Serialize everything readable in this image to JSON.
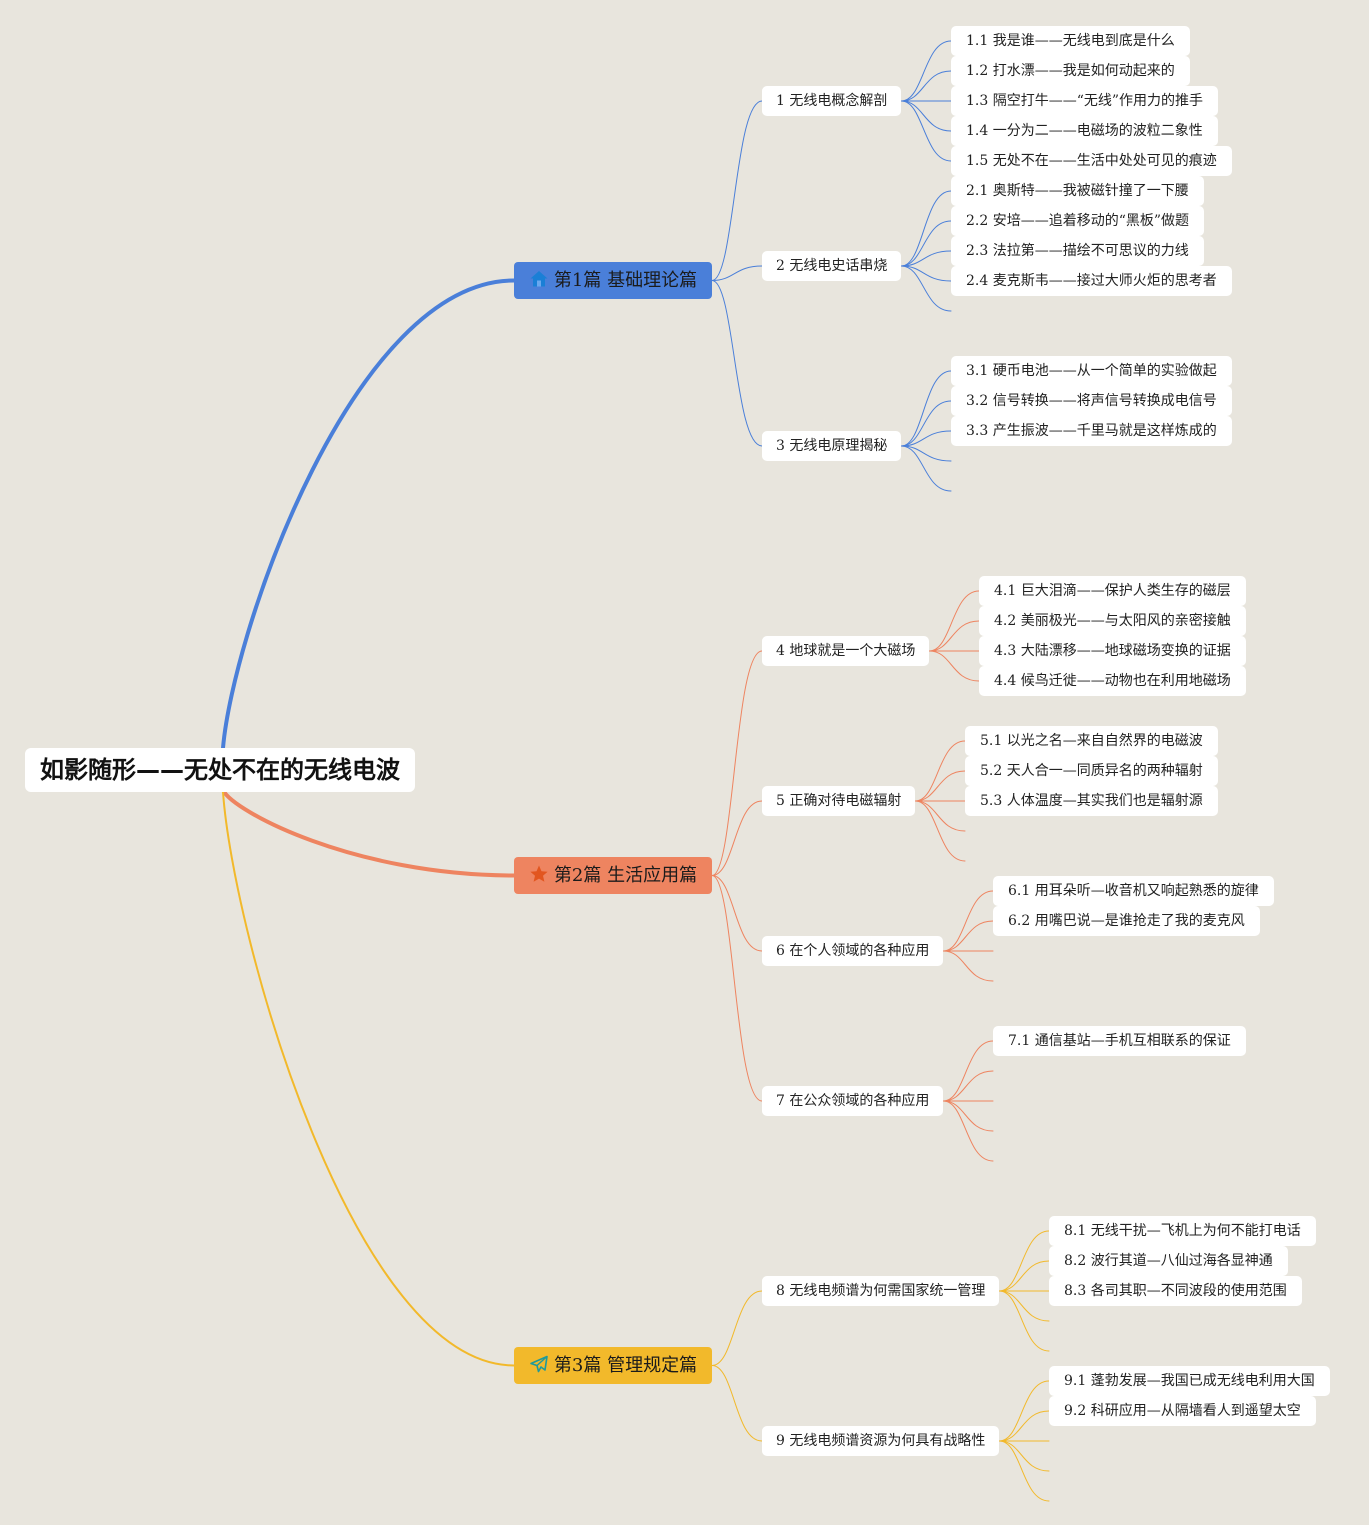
{
  "root": {
    "title": "如影随形——无处不在的无线电波"
  },
  "colors": {
    "background": "#e8e5dd",
    "part1": "#4a7fd9",
    "part2": "#ee8460",
    "part3": "#f2b92b"
  },
  "parts": [
    {
      "label": "第1篇 基础理论篇",
      "icon": "house-icon",
      "color": "#4a7fd9",
      "chapters": [
        {
          "label": "1 无线电概念解剖",
          "empty_slots": 0,
          "sections": [
            "1.1 我是谁——无线电到底是什么",
            "1.2 打水漂——我是如何动起来的",
            "1.3 隔空打牛——“无线”作用力的推手",
            "1.4 一分为二——电磁场的波粒二象性",
            "1.5 无处不在——生活中处处可见的痕迹"
          ]
        },
        {
          "label": "2 无线电史话串烧",
          "empty_slots": 1,
          "sections": [
            "2.1 奥斯特——我被磁针撞了一下腰",
            "2.2 安培——追着移动的“黑板”做题",
            "2.3 法拉第——描绘不可思议的力线",
            "2.4 麦克斯韦——接过大师火炬的思考者"
          ]
        },
        {
          "label": "3 无线电原理揭秘",
          "empty_slots": 2,
          "sections": [
            "3.1 硬币电池——从一个简单的实验做起",
            "3.2 信号转换——将声信号转换成电信号",
            "3.3 产生振波——千里马就是这样炼成的"
          ]
        }
      ]
    },
    {
      "label": "第2篇 生活应用篇",
      "icon": "star-icon",
      "color": "#ee8460",
      "chapters": [
        {
          "label": "4 地球就是一个大磁场",
          "empty_slots": 0,
          "sections": [
            "4.1 巨大泪滴——保护人类生存的磁层",
            "4.2 美丽极光——与太阳风的亲密接触",
            "4.3 大陆漂移——地球磁场变换的证据",
            "4.4 候鸟迁徙——动物也在利用地磁场"
          ]
        },
        {
          "label": "5 正确对待电磁辐射",
          "empty_slots": 2,
          "sections": [
            "5.1 以光之名—来自自然界的电磁波",
            "5.2 天人合一—同质异名的两种辐射",
            "5.3 人体温度—其实我们也是辐射源"
          ]
        },
        {
          "label": "6 在个人领域的各种应用",
          "empty_slots": 2,
          "sections": [
            "6.1 用耳朵听—收音机又响起熟悉的旋律",
            "6.2 用嘴巴说—是谁抢走了我的麦克风"
          ]
        },
        {
          "label": "7 在公众领域的各种应用",
          "empty_slots": 4,
          "sections": [
            "7.1 通信基站—手机互相联系的保证"
          ]
        }
      ]
    },
    {
      "label": "第3篇 管理规定篇",
      "icon": "paper-plane-icon",
      "color": "#f2b92b",
      "chapters": [
        {
          "label": "8 无线电频谱为何需国家统一管理",
          "empty_slots": 2,
          "sections": [
            "8.1 无线干扰—飞机上为何不能打电话",
            "8.2 波行其道—八仙过海各显神通",
            "8.3 各司其职—不同波段的使用范围"
          ]
        },
        {
          "label": "9 无线电频谱资源为何具有战略性",
          "empty_slots": 3,
          "sections": [
            "9.1 蓬勃发展—我国已成无线电利用大国",
            "9.2 科研应用—从隔墙看人到遥望太空"
          ]
        }
      ]
    }
  ]
}
